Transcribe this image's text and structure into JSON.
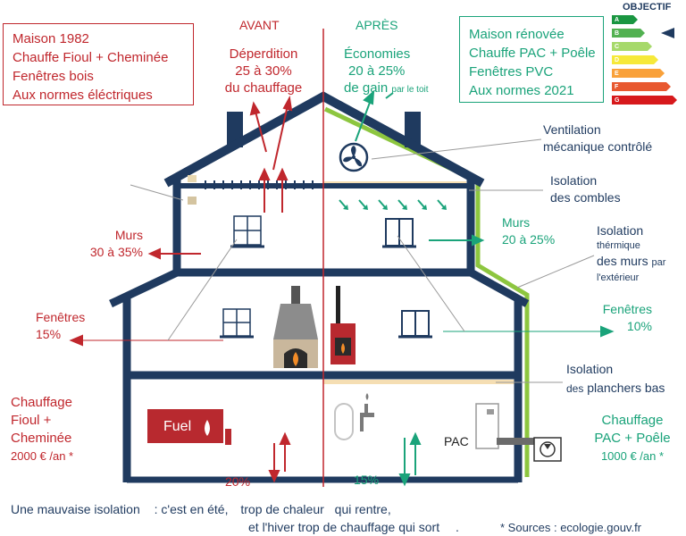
{
  "header": {
    "before": "AVANT",
    "after": "APRÈS"
  },
  "before_box": {
    "lines": [
      "Maison 1982",
      "Chauffe  Fioul  + Cheminée",
      "Fenêtres bois",
      "Aux normes éléctriques"
    ]
  },
  "after_box": {
    "lines": [
      "Maison rénovée",
      "Chauffe PAC + Poêle",
      "Fenêtres  PVC",
      "Aux normes 2021"
    ]
  },
  "energy_label": {
    "title": "OBJECTIF",
    "classes": [
      "A",
      "B",
      "C",
      "D",
      "E",
      "F",
      "G"
    ],
    "target": "B"
  },
  "before_roof": {
    "lines": [
      "Déperdition",
      "25 à 30%",
      "du chauffage"
    ]
  },
  "after_roof": {
    "line1": "Économies",
    "line2": "20 à 25%",
    "line3": "de gain",
    "line3_small": "par le toit"
  },
  "before_walls": {
    "title": "Murs",
    "value": "30 à 35%"
  },
  "after_walls": {
    "title": "Murs",
    "value": "20 à 25%"
  },
  "before_windows": {
    "title": "Fenêtres",
    "value": "15%"
  },
  "after_windows": {
    "title": "Fenêtres",
    "value": "10%"
  },
  "features": {
    "ventilation": [
      "Ventilation",
      "mécanique  contrôlé"
    ],
    "attic": [
      "Isolation",
      "des combles"
    ],
    "walls_ext": {
      "l1": "Isolation",
      "l2": "thérmique",
      "l3": "des murs",
      "l3_small": "par",
      "l4": "l'extérieur"
    },
    "floors": {
      "l1": "Isolation",
      "l2_small": "des",
      "l2": "planchers bas"
    }
  },
  "before_heating": {
    "lines": [
      "Chauffage",
      "Fioul  +",
      "Cheminée"
    ],
    "cost": "2000 € /an *"
  },
  "after_heating": {
    "lines": [
      "Chauffage",
      "PAC  + Poêle"
    ],
    "cost": "1000 € /an *"
  },
  "floor_loss": {
    "before": "20%",
    "after": "15%"
  },
  "equipment": {
    "fuel": "Fuel",
    "pac": "PAC"
  },
  "footer": {
    "line1a": "Une mauvaise isolation",
    "line1b": ": c'est en été,",
    "line1c": "trop de chaleur",
    "line1d": "qui rentre,",
    "line2a": "et l'hiver  trop de chauffage qui sort",
    "line2b": ".",
    "source": "* Sources : ecologie.gouv.fr"
  },
  "colors": {
    "red": "#c0272d",
    "teal": "#1aa37a",
    "navy": "#1f3a5f",
    "green_insul": "#8dc63f",
    "insul_yellow": "#f5deb3"
  }
}
